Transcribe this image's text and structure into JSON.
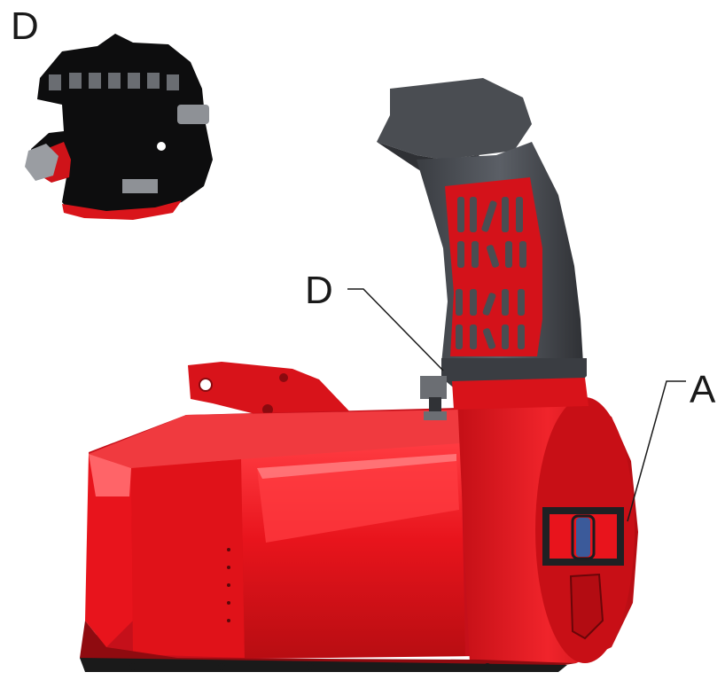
{
  "callouts": {
    "inset_label": "D",
    "detail_label": "D",
    "part_label": "A"
  },
  "colors": {
    "body_red": "#e8141c",
    "body_red_dark": "#b80d12",
    "body_red_light": "#ff4a4f",
    "chute_grey": "#4a4d52",
    "chute_dark": "#2a2c30",
    "line": "#1a1a1a"
  }
}
